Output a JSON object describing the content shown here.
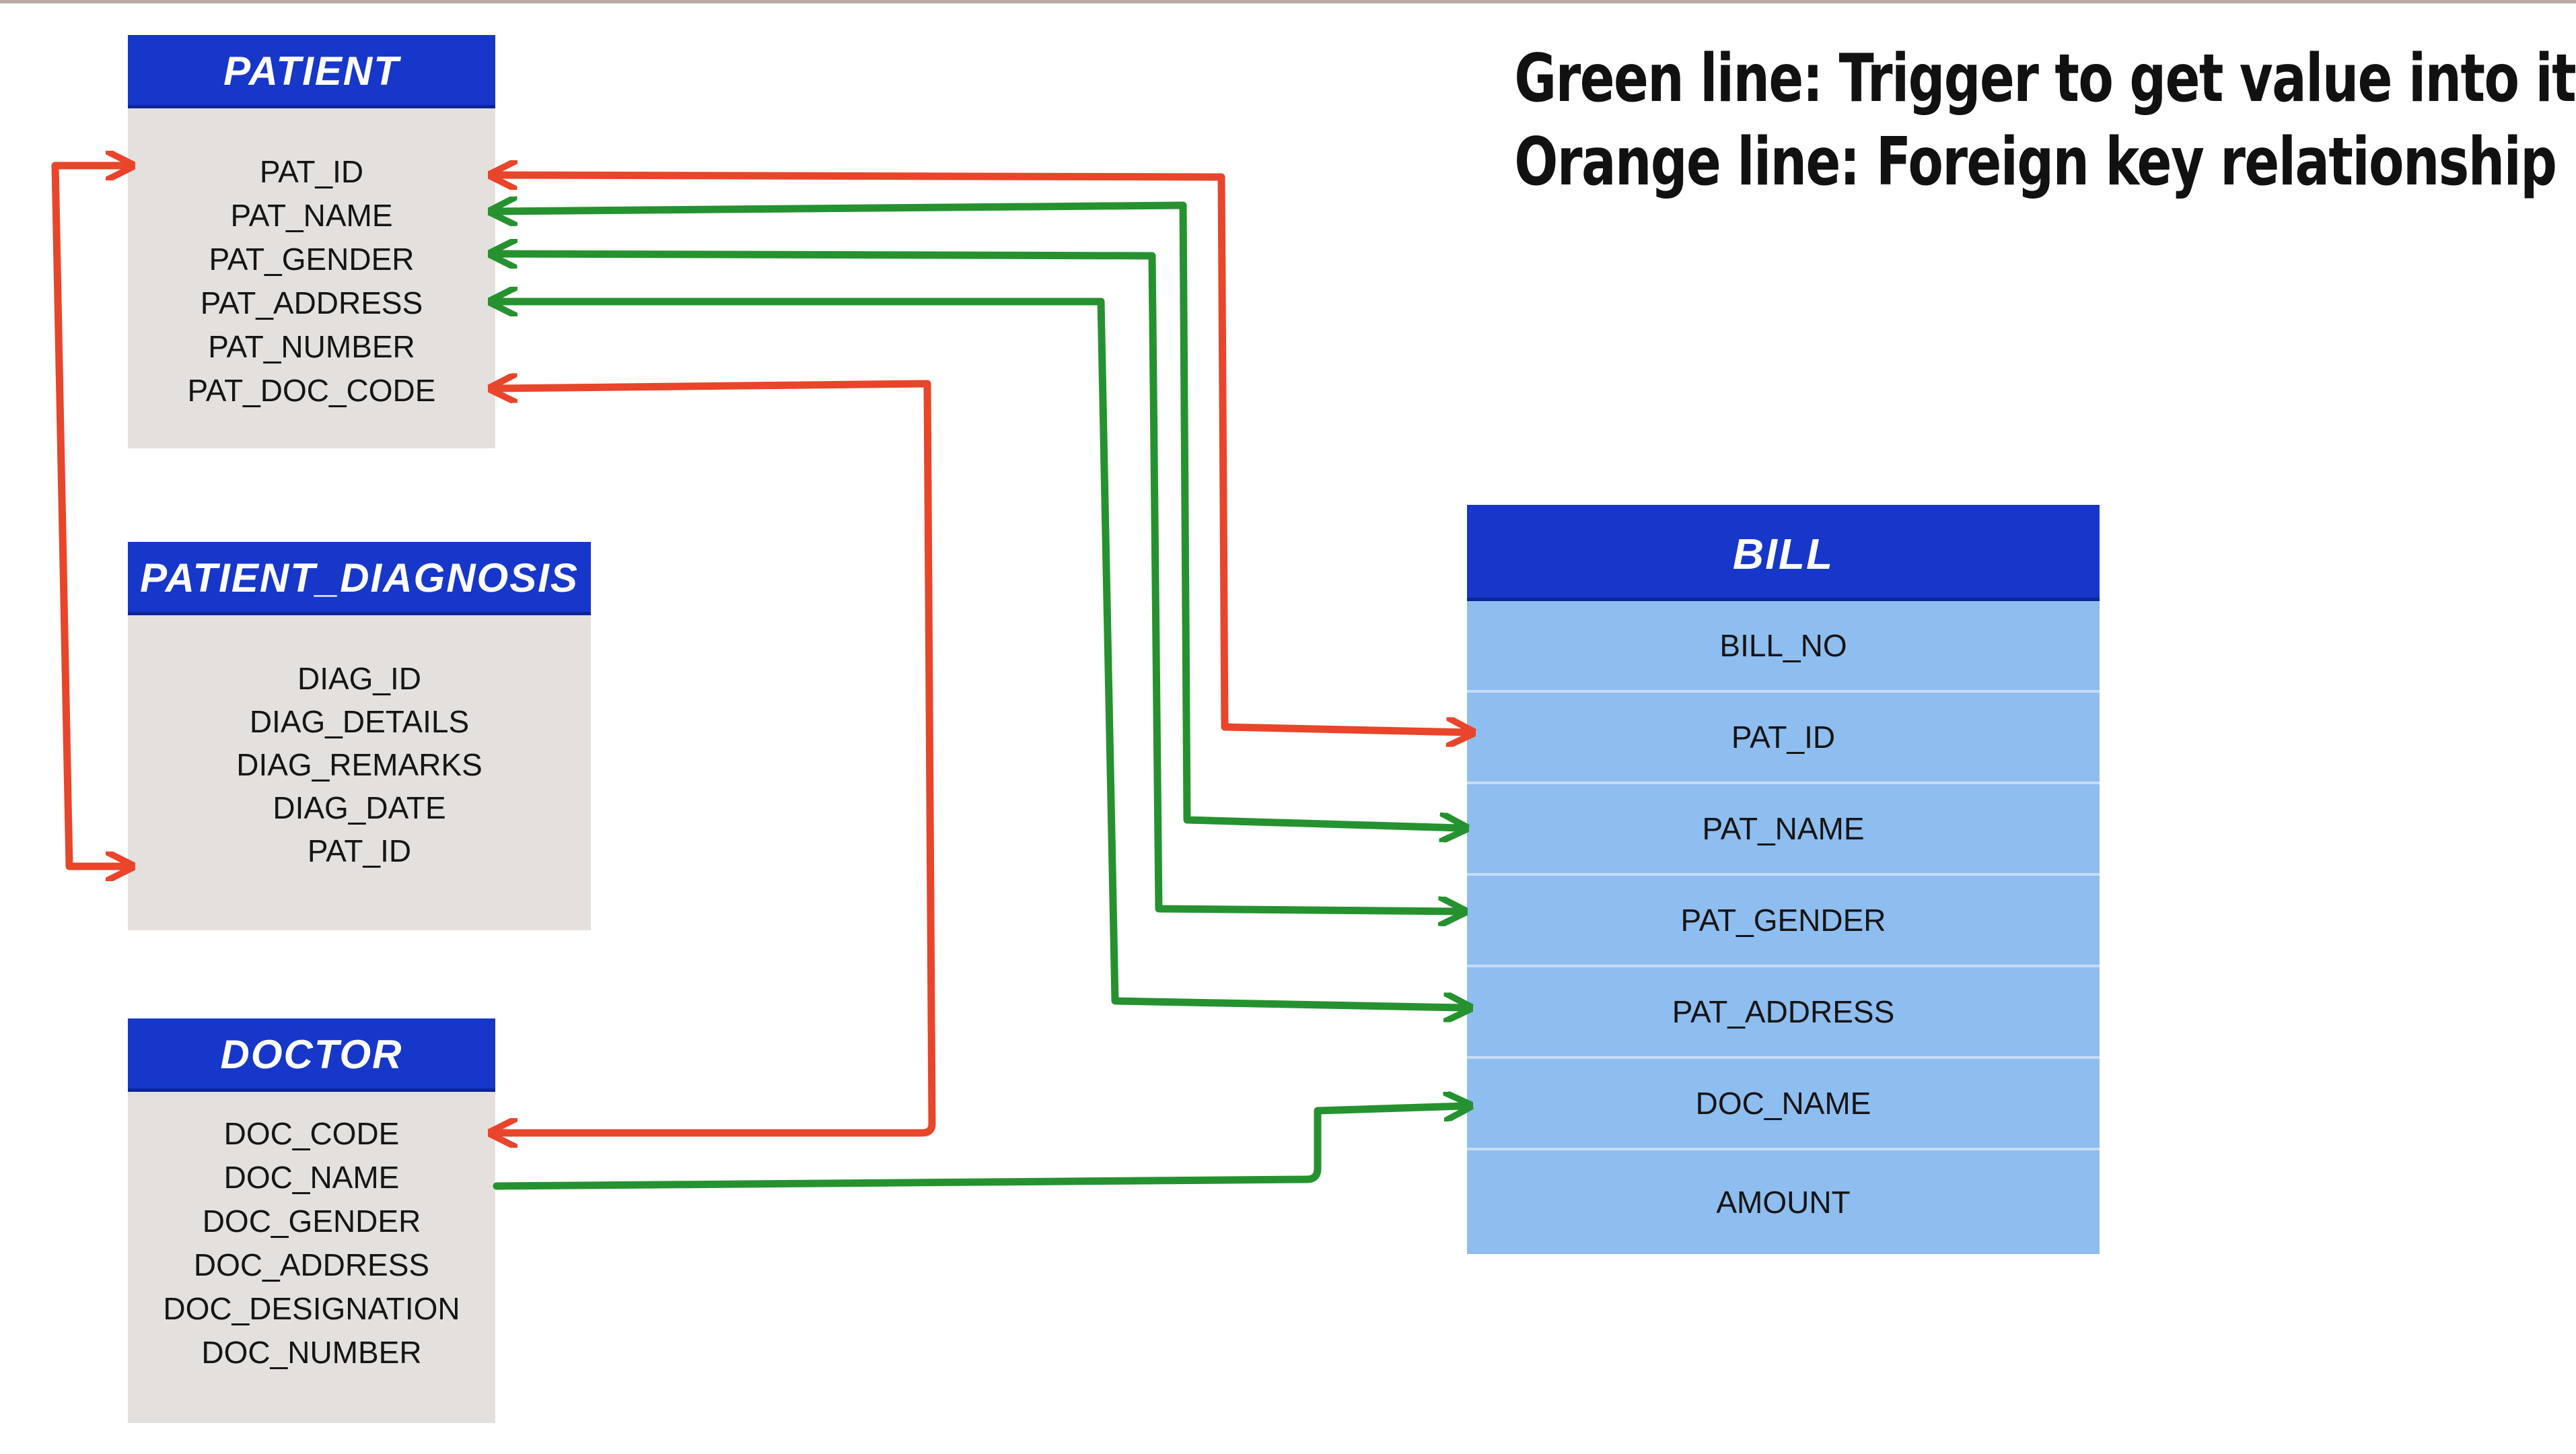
{
  "legend": {
    "green": "Green line: Trigger to get value into it",
    "orange": "Orange line: Foreign key relationship"
  },
  "colors": {
    "header": "#1637c9",
    "table_body": "#e4e0dd",
    "bill_body": "#8ebdf0",
    "green_line": "#25922f",
    "orange_line": "#e8452a"
  },
  "tables": {
    "patient": {
      "title": "PATIENT",
      "fields": [
        "PAT_ID",
        "PAT_NAME",
        "PAT_GENDER",
        "PAT_ADDRESS",
        "PAT_NUMBER",
        "PAT_DOC_CODE"
      ]
    },
    "patient_diagnosis": {
      "title": "PATIENT_DIAGNOSIS",
      "fields": [
        "DIAG_ID",
        "DIAG_DETAILS",
        "DIAG_REMARKS",
        "DIAG_DATE",
        "PAT_ID"
      ]
    },
    "doctor": {
      "title": "DOCTOR",
      "fields": [
        "DOC_CODE",
        "DOC_NAME",
        "DOC_GENDER",
        "DOC_ADDRESS",
        "DOC_DESIGNATION",
        "DOC_NUMBER"
      ]
    },
    "bill": {
      "title": "BILL",
      "fields": [
        "BILL_NO",
        "PAT_ID",
        "PAT_NAME",
        "PAT_GENDER",
        "PAT_ADDRESS",
        "DOC_NAME",
        "AMOUNT"
      ]
    }
  },
  "relationships": [
    {
      "kind": "foreign-key",
      "color": "orange",
      "from": "BILL.PAT_ID",
      "to": "PATIENT.PAT_ID"
    },
    {
      "kind": "foreign-key",
      "color": "orange",
      "from": "PATIENT.PAT_DOC_CODE",
      "to": "DOCTOR.DOC_CODE"
    },
    {
      "kind": "foreign-key",
      "color": "orange",
      "from": "PATIENT.PAT_ID",
      "to": "PATIENT_DIAGNOSIS.PAT_ID"
    },
    {
      "kind": "trigger",
      "color": "green",
      "from": "PATIENT.PAT_NAME",
      "to": "BILL.PAT_NAME"
    },
    {
      "kind": "trigger",
      "color": "green",
      "from": "PATIENT.PAT_GENDER",
      "to": "BILL.PAT_GENDER"
    },
    {
      "kind": "trigger",
      "color": "green",
      "from": "PATIENT.PAT_ADDRESS",
      "to": "BILL.PAT_ADDRESS"
    },
    {
      "kind": "trigger",
      "color": "green",
      "from": "DOCTOR.DOC_NAME",
      "to": "BILL.DOC_NAME"
    }
  ]
}
